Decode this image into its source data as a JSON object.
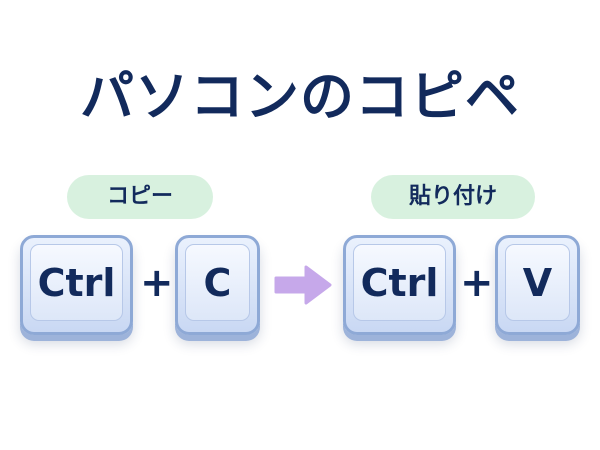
{
  "title": "パソコンのコピペ",
  "copy": {
    "label": "コピー",
    "keys": [
      "Ctrl",
      "C"
    ],
    "plus": "+"
  },
  "paste": {
    "label": "貼り付け",
    "keys": [
      "Ctrl",
      "V"
    ],
    "plus": "+"
  },
  "colors": {
    "text": "#122a5c",
    "pill": "#d8f1df",
    "key_border": "#8ea9d6",
    "arrow": "#c6a8ea"
  },
  "icons": {
    "arrow": "arrow-right-icon"
  }
}
